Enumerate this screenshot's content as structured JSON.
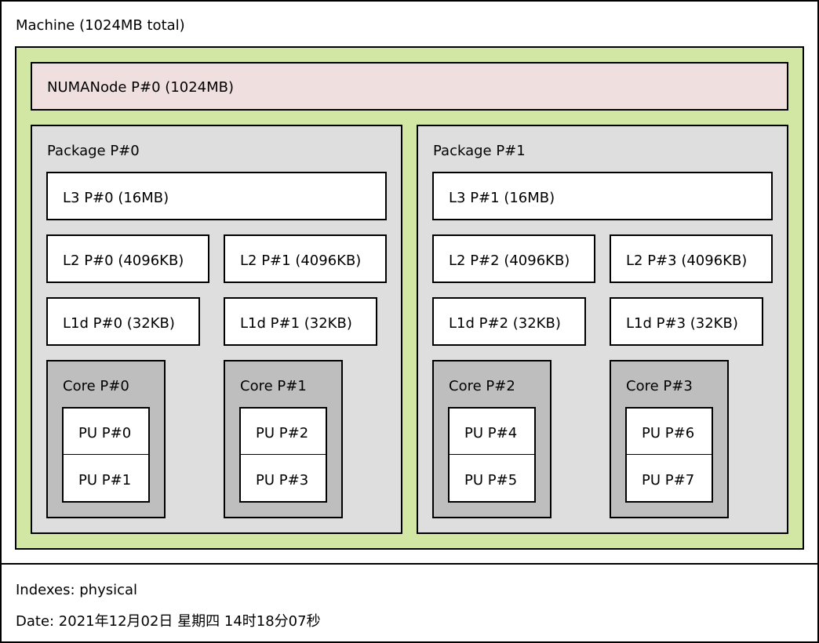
{
  "machine": {
    "label": "Machine (1024MB total)"
  },
  "numanode": {
    "label": "NUMANode P#0 (1024MB)"
  },
  "packages": [
    {
      "label": "Package P#0",
      "l3": "L3 P#0 (16MB)",
      "l2": [
        "L2 P#0 (4096KB)",
        "L2 P#1 (4096KB)"
      ],
      "l1d": [
        "L1d P#0 (32KB)",
        "L1d P#1 (32KB)"
      ],
      "cores": [
        {
          "label": "Core P#0",
          "pus": [
            "PU P#0",
            "PU P#1"
          ]
        },
        {
          "label": "Core P#1",
          "pus": [
            "PU P#2",
            "PU P#3"
          ]
        }
      ]
    },
    {
      "label": "Package P#1",
      "l3": "L3 P#1 (16MB)",
      "l2": [
        "L2 P#2 (4096KB)",
        "L2 P#3 (4096KB)"
      ],
      "l1d": [
        "L1d P#2 (32KB)",
        "L1d P#3 (32KB)"
      ],
      "cores": [
        {
          "label": "Core P#2",
          "pus": [
            "PU P#4",
            "PU P#5"
          ]
        },
        {
          "label": "Core P#3",
          "pus": [
            "PU P#6",
            "PU P#7"
          ]
        }
      ]
    }
  ],
  "legend": {
    "indexes": "Indexes: physical",
    "date": "Date: 2021年12月02日 星期四 14时18分07秒"
  },
  "colors": {
    "numa_group": "#d2e7a4",
    "numanode": "#efdfde",
    "package": "#dedede",
    "core": "#bebebe",
    "cache": "#ffffff"
  }
}
